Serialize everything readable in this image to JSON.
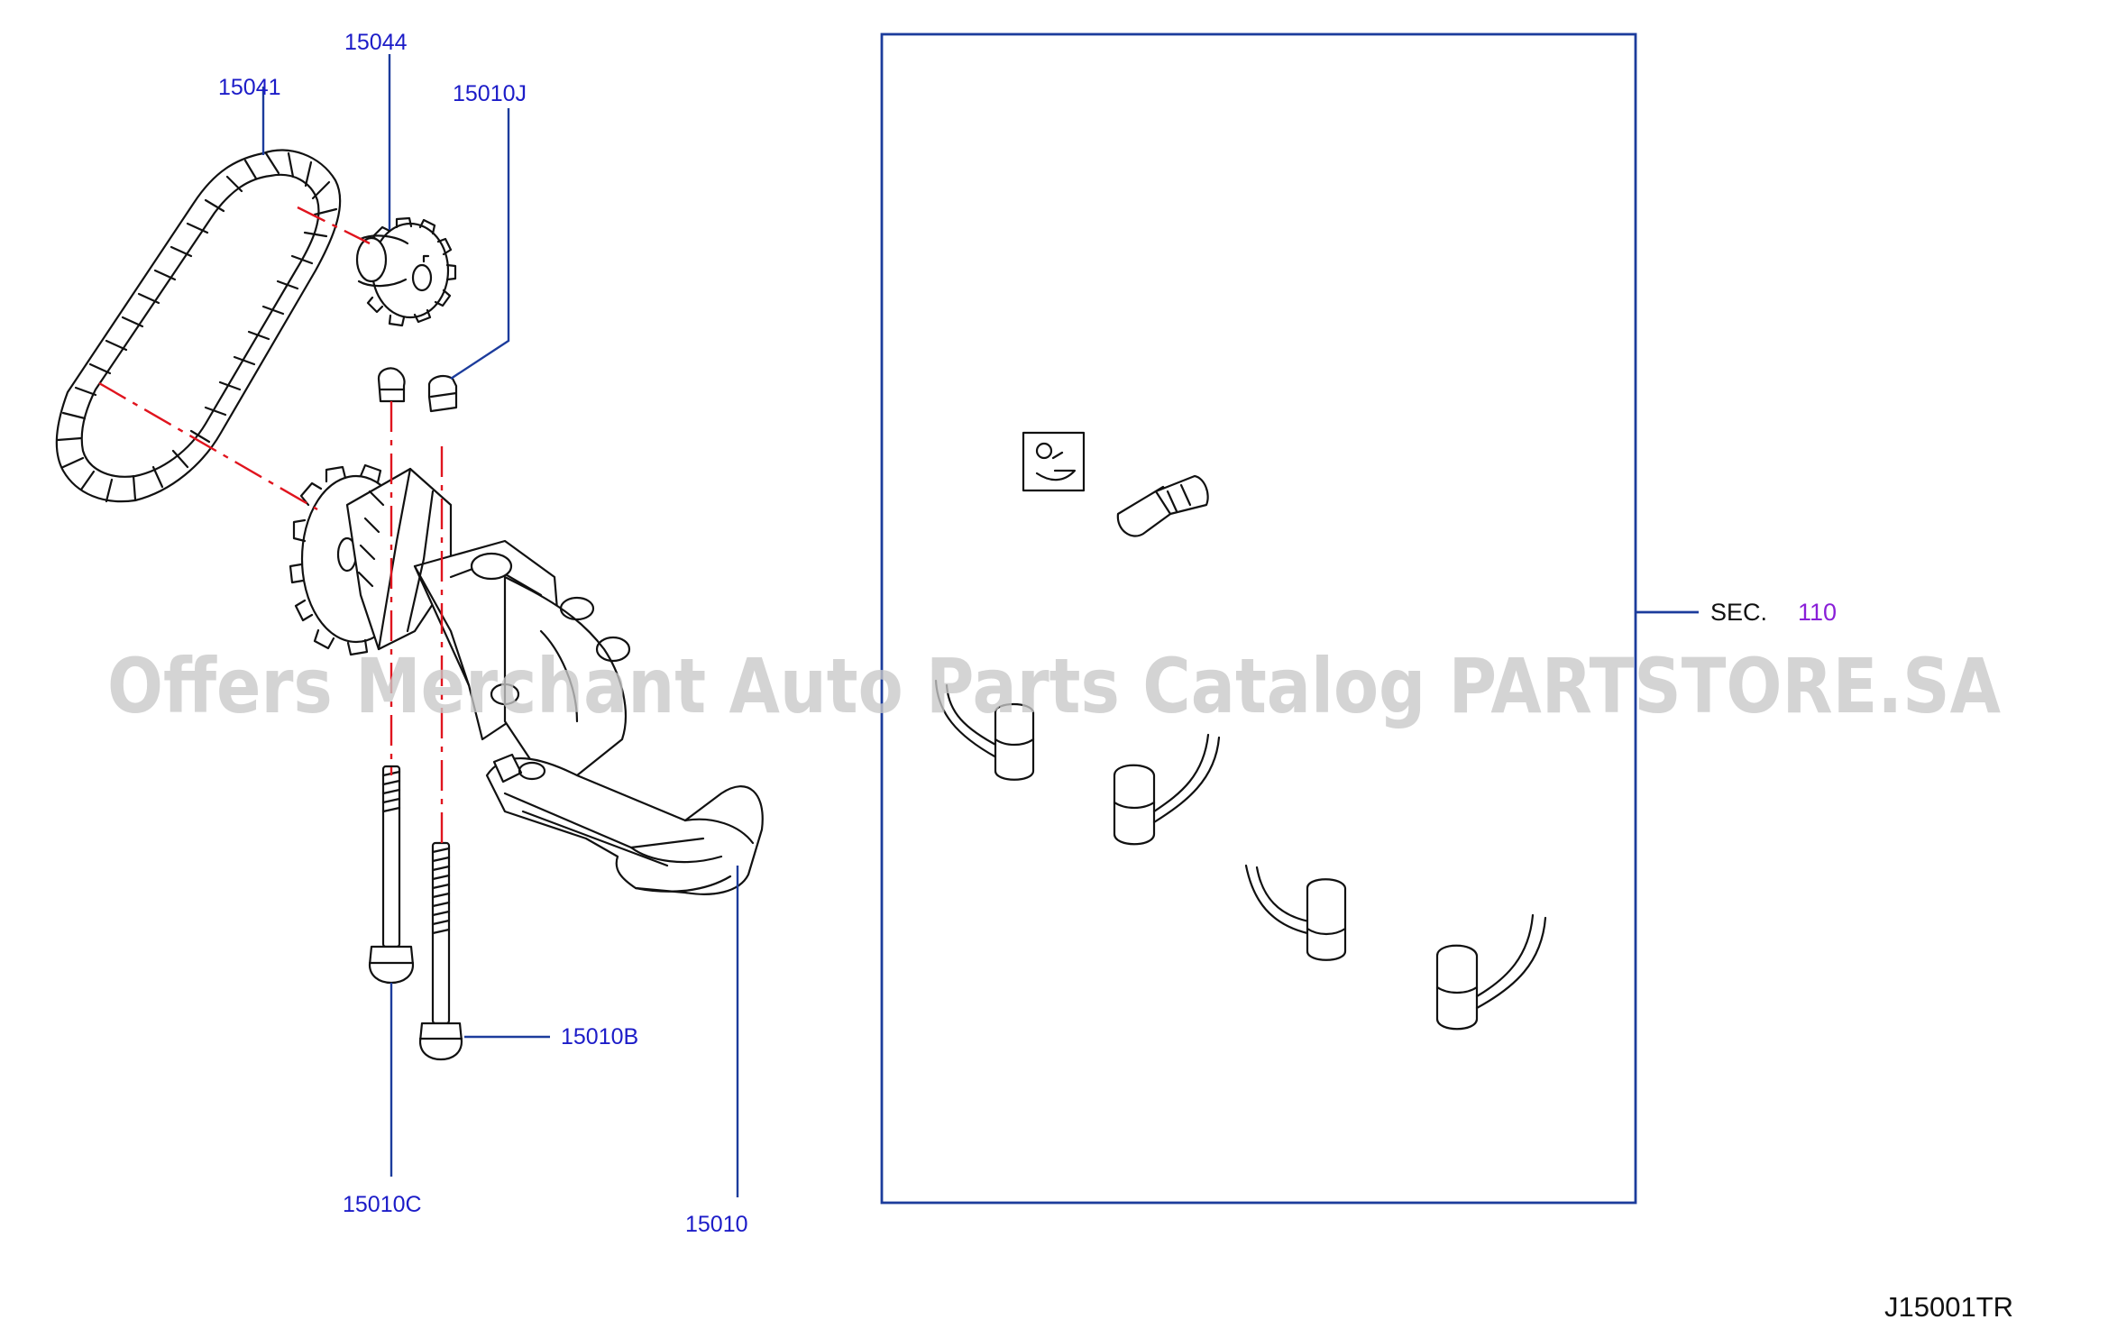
{
  "diagram": {
    "parts": [
      {
        "id": "chain",
        "number": "15041"
      },
      {
        "id": "sprocket",
        "number": "15044"
      },
      {
        "id": "dowel",
        "number": "15010J"
      },
      {
        "id": "bolt-long",
        "number": "15010B"
      },
      {
        "id": "bolt-short",
        "number": "15010C"
      },
      {
        "id": "oil-pump",
        "number": "15010"
      }
    ],
    "section_reference": {
      "prefix": "SEC.",
      "number": "110"
    },
    "diagram_code": "J15001TR",
    "watermark": "Offers Merchant Auto Parts Catalog PARTSTORE.SA",
    "colors": {
      "part_number": "#1c1cc8",
      "leader_line": "#1c3c9c",
      "center_line": "#e0141e",
      "section_number": "#8a1fd8"
    }
  }
}
